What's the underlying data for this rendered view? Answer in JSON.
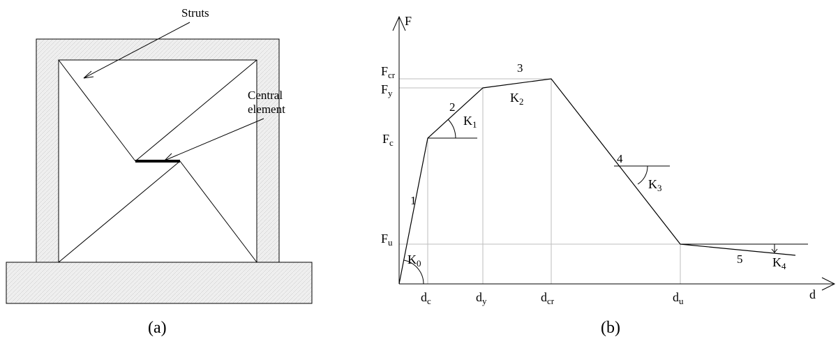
{
  "panel_a": {
    "caption": "(a)",
    "struts_label": "Struts",
    "central_label_line1": "Central",
    "central_label_line2": "element"
  },
  "panel_b": {
    "caption": "(b)",
    "axis_y": "F",
    "axis_x": "d",
    "f_labels": {
      "fcr": {
        "main": "F",
        "sub": "cr"
      },
      "fy": {
        "main": "F",
        "sub": "y"
      },
      "fc": {
        "main": "F",
        "sub": "c"
      },
      "fu": {
        "main": "F",
        "sub": "u"
      }
    },
    "d_labels": {
      "dc": {
        "main": "d",
        "sub": "c"
      },
      "dy": {
        "main": "d",
        "sub": "y"
      },
      "dcr": {
        "main": "d",
        "sub": "cr"
      },
      "du": {
        "main": "d",
        "sub": "u"
      }
    },
    "k_labels": {
      "k0": {
        "main": "K",
        "sub": "0"
      },
      "k1": {
        "main": "K",
        "sub": "1"
      },
      "k2": {
        "main": "K",
        "sub": "2"
      },
      "k3": {
        "main": "K",
        "sub": "3"
      },
      "k4": {
        "main": "K",
        "sub": "4"
      }
    },
    "segments": [
      "1",
      "2",
      "3",
      "4",
      "5"
    ]
  },
  "colors": {
    "line": "#000000",
    "guide": "#bdbdbd",
    "hatch_fill": "#f2f2f2",
    "hatch_stroke": "#d4d4d4"
  }
}
